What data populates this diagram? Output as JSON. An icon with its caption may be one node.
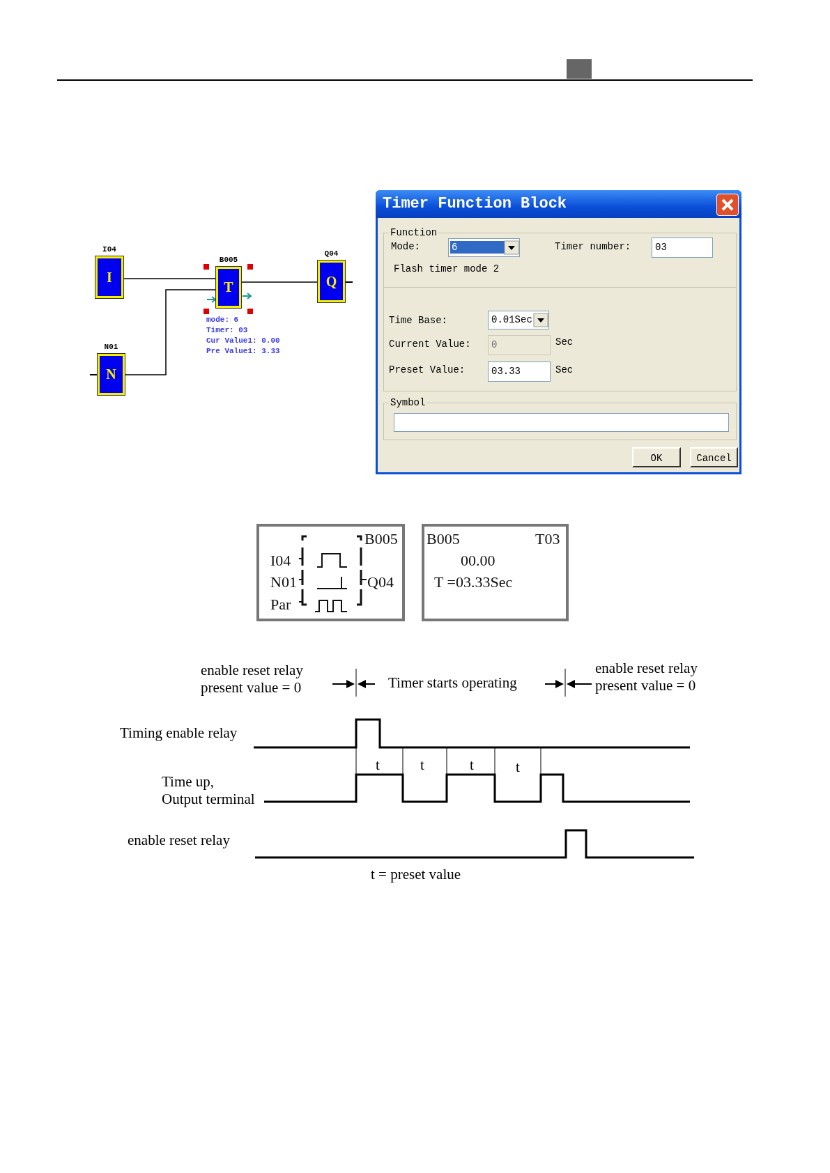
{
  "diagram": {
    "nodes": [
      {
        "text": [
          "I04",
          "I"
        ]
      },
      {
        "text": [
          "B005",
          "T"
        ],
        "beside": [
          "mode: 6",
          "Timer: 03",
          "Cur Value1: 0.00",
          "Pre Value1: 3.33"
        ]
      },
      {
        "text": [
          "Q04",
          "Q"
        ]
      },
      {
        "text": [
          "N01",
          "N"
        ]
      }
    ],
    "edges": [
      {
        "from": 0,
        "to": 1,
        "arrow": "none"
      },
      {
        "from": 3,
        "to": 1,
        "arrow": "none"
      },
      {
        "from": 1,
        "to": 2,
        "arrow": "none"
      }
    ],
    "labels": [
      "Timer Function Block",
      "Function",
      "Mode:",
      "6",
      "Timer number:",
      "03",
      "Flash timer mode 2",
      "Time Base:",
      "0.01Sec",
      "Current Value:",
      "0",
      "Sec",
      "Preset Value:",
      "03.33",
      "Sec",
      "Symbol",
      "OK",
      "Cancel",
      "B005",
      "I04",
      "N01",
      "Q04",
      "Par",
      "B005",
      "T03",
      "00.00",
      "T =03.33Sec",
      "enable reset relay present value = 0",
      "Timer starts operating",
      "enable reset relay present value = 0",
      "Timing enable relay",
      "t",
      "t",
      "t",
      "t",
      "Time up, Output terminal",
      "enable reset relay",
      "t = preset value"
    ]
  }
}
